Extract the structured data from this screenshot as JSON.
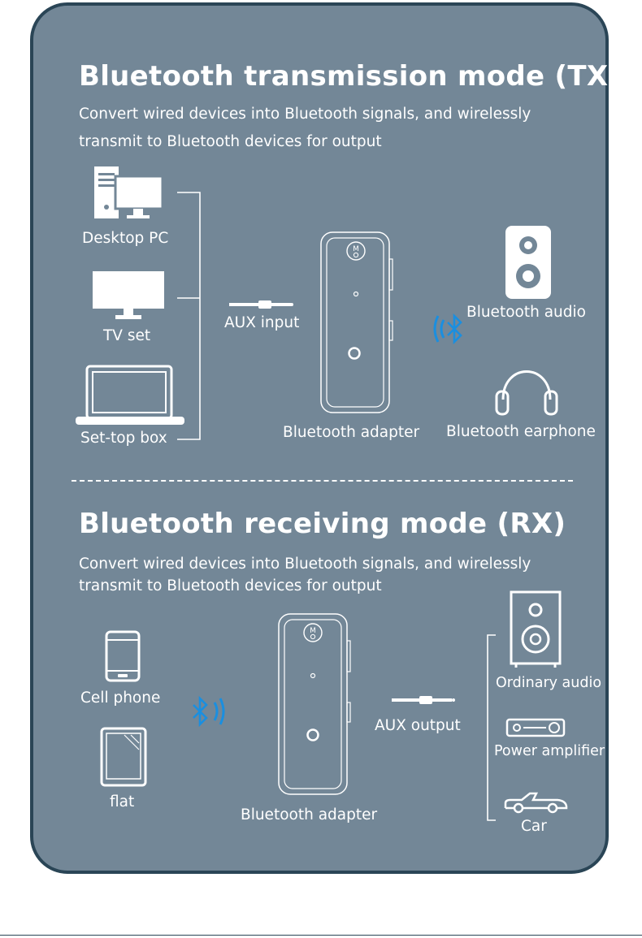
{
  "tx": {
    "title": "Bluetooth transmission mode (TX)",
    "subtitle_line1": "Convert wired devices into Bluetooth signals, and wirelessly",
    "subtitle_line2": "transmit to Bluetooth devices for output",
    "sources": [
      "Desktop PC",
      "TV set",
      "Set-top box"
    ],
    "connector_label": "AUX input",
    "adapter_label": "Bluetooth adapter",
    "outputs": [
      "Bluetooth audio",
      "Bluetooth earphone"
    ]
  },
  "rx": {
    "title": "Bluetooth receiving mode (RX)",
    "subtitle_line1": "Convert wired devices into Bluetooth signals, and wirelessly",
    "subtitle_line2": "transmit to Bluetooth devices for output",
    "sources": [
      "Cell phone",
      "flat"
    ],
    "connector_label": "AUX output",
    "adapter_label": "Bluetooth adapter",
    "outputs": [
      "Ordinary audio",
      "Power amplifier",
      "Car"
    ]
  },
  "device_button_letter": "M",
  "colors": {
    "panel": "#738797",
    "border": "#2a4556",
    "text": "#ffffff",
    "bluetooth_accent": "#1a8fe0"
  },
  "icons": [
    "desktop-pc-icon",
    "tv-icon",
    "laptop-icon",
    "speaker-icon",
    "headphones-icon",
    "bluetooth-icon",
    "phone-icon",
    "tablet-icon",
    "amplifier-icon",
    "car-icon",
    "aux-cable-icon"
  ]
}
